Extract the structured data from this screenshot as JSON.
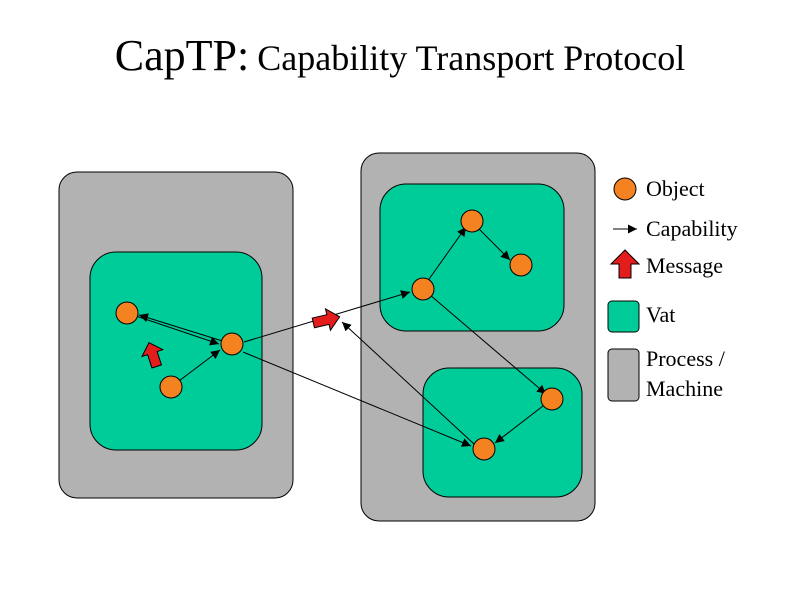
{
  "title": {
    "main": "CapTP:",
    "sub": "Capability Transport Protocol"
  },
  "legend": {
    "object": "Object",
    "capability": "Capability",
    "message": "Message",
    "vat": "Vat",
    "process_line1": "Process /",
    "process_line2": "Machine"
  },
  "colors": {
    "object_fill": "#f58220",
    "vat_fill": "#00cc99",
    "machine_fill": "#b2b2b2",
    "message_fill": "#e31c1c",
    "stroke": "#000000"
  }
}
